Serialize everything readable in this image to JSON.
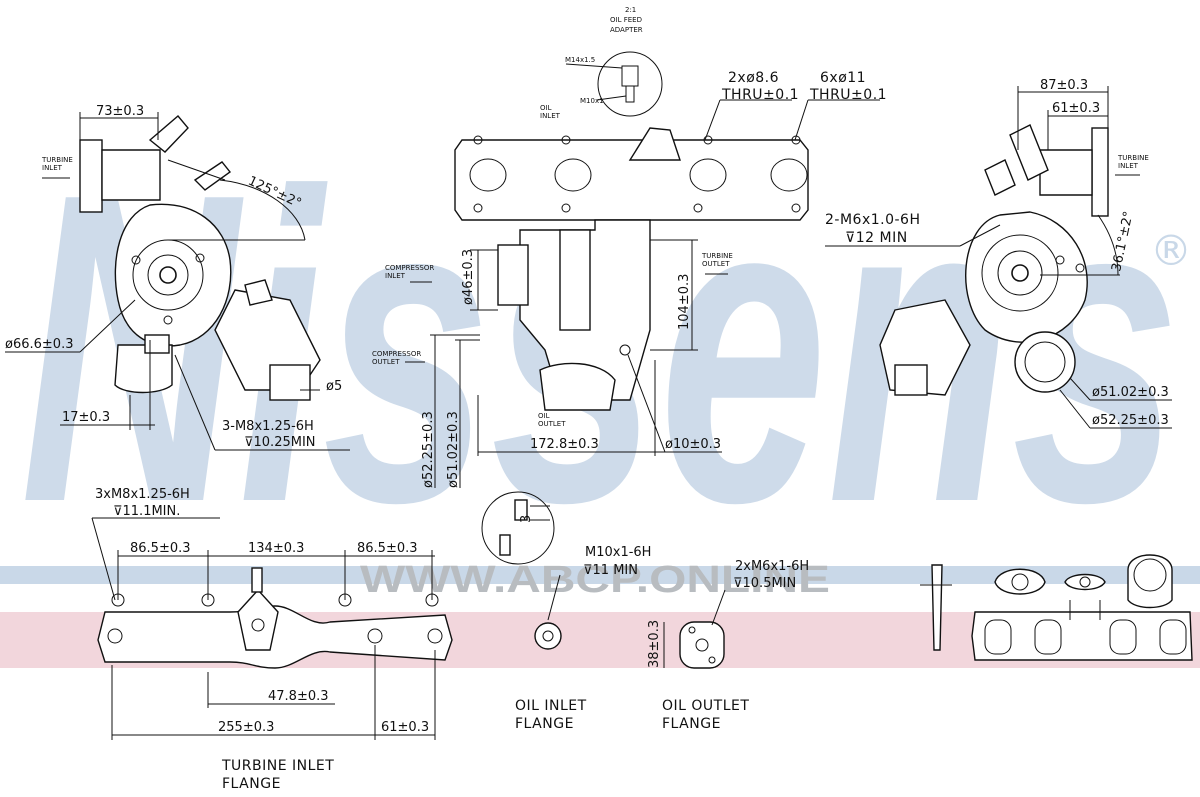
{
  "watermark": {
    "brand": "Nissens",
    "registered": "®",
    "site": "WWW.ABCP.ONLINE",
    "brand_color": "#c9d8e8",
    "band_blue": "#c9d8e8",
    "band_pink": "#f2d6dc"
  },
  "oil_feed_adapter": {
    "scale": "2:1",
    "title_line1": "OIL FEED",
    "title_line2": "ADAPTER",
    "thread_top": "M14x1.5",
    "thread_bottom": "M10x1",
    "oil_inlet_small_1": "OIL",
    "oil_inlet_small_2": "INLET"
  },
  "left_view": {
    "dim_73": "73±0.3",
    "angle_125": "125°±2°",
    "turbine_inlet_1": "TURBINE",
    "turbine_inlet_2": "INLET",
    "dia_66": "ø66.6±0.3",
    "dim_17": "17±0.3",
    "thread_m8_1": "3-M8x1.25-6H",
    "thread_m8_2": "⊽10.25MIN",
    "dia_5": "ø5"
  },
  "center_view": {
    "holes_2": "2xø8.6",
    "holes_2_thru": "THRU±0.1",
    "holes_6": "6xø11",
    "holes_6_thru": "THRU±0.1",
    "compressor_inlet_1": "COMPRESSOR",
    "compressor_inlet_2": "INLET",
    "compressor_outlet_1": "COMPRESSOR",
    "compressor_outlet_2": "OUTLET",
    "turbine_outlet_1": "TURBINE",
    "turbine_outlet_2": "OUTLET",
    "oil_outlet_1": "OIL",
    "oil_outlet_2": "OUTLET",
    "dia_46": "ø46±0.3",
    "dim_104": "104±0.3",
    "dia_52": "ø52.25±0.3",
    "dia_51": "ø51.02±0.3",
    "dim_172": "172.8±0.3",
    "dia_10": "ø10±0.3"
  },
  "right_view": {
    "dim_87": "87±0.3",
    "dim_61": "61±0.3",
    "turbine_inlet_1": "TURBINE",
    "turbine_inlet_2": "INLET",
    "thread_m6_1": "2-M6x1.0-6H",
    "thread_m6_2": "⊽12 MIN",
    "angle_36": "36.1°±2°",
    "dia_51": "ø51.02±0.3",
    "dia_52": "ø52.25±0.3"
  },
  "flange_view": {
    "thread_1": "3xM8x1.25-6H",
    "thread_2": "⊽11.1MIN.",
    "dim_865_a": "86.5±0.3",
    "dim_134": "134±0.3",
    "dim_865_b": "86.5±0.3",
    "dim_478": "47.8±0.3",
    "dim_255": "255±0.3",
    "dim_61": "61±0.3",
    "caption_1": "TURBINE INLET",
    "caption_2": "FLANGE"
  },
  "oil_inlet_flange": {
    "thread_1": "M10x1-6H",
    "thread_2": "⊽11 MIN",
    "dim_3": "3",
    "caption_1": "OIL INLET",
    "caption_2": "FLANGE"
  },
  "oil_outlet_flange": {
    "thread_1": "2xM6x1-6H",
    "thread_2": "⊽10.5MIN",
    "dim_38": "38±0.3",
    "caption_1": "OIL OUTLET",
    "caption_2": "FLANGE"
  }
}
